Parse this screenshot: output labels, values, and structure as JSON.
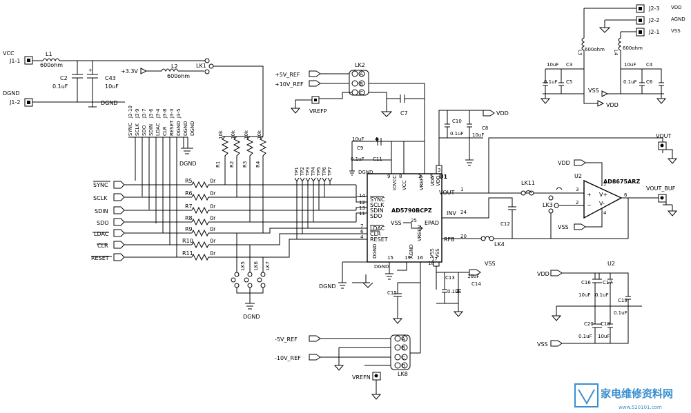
{
  "connectors": {
    "vcc": "VCC",
    "j1_1": "J1-1",
    "dgnd_in": "DGND",
    "j1_2": "J1-2",
    "j2_3": "J2-3",
    "j2_2": "J2-2",
    "j2_1": "J2-1",
    "vdd_pin": "VDD",
    "agnd_pin": "AGND",
    "vss_pin": "VSS"
  },
  "rails": {
    "plus_3v3": "+3.3V",
    "plus_5v_ref": "+5V_REF",
    "plus_10v_ref": "+10V_REF",
    "minus_5v_ref": "-5V_REF",
    "minus_10v_ref": "-10V_REF",
    "vrefp": "VREFP",
    "vrefn": "VREFN",
    "vout": "VOUT",
    "vout_buf": "VOUT_BUF",
    "vdd": "VDD",
    "vss": "VSS",
    "dgnd": "DGND"
  },
  "components": {
    "l1": "L1",
    "l1_val": "600ohm",
    "l2": "L2",
    "l2_val": "600ohm",
    "l3": "L3",
    "l3_val": "600ohm",
    "l4": "L4",
    "l4_val": "600ohm",
    "c2": "C2",
    "c2_val": "0.1uF",
    "c43": "C43",
    "c43_val": "10uF",
    "c3": "C3",
    "c3_val": "10uF",
    "c5": "C5",
    "c5_val": "0.1uF",
    "c4": "C4",
    "c4_val": "10uF",
    "c6": "C6",
    "c6_val": "0.1uF",
    "c7": "C7",
    "c8": "C8",
    "c8_val": "10uF",
    "c9": "C9",
    "c9_val": "10uF",
    "c10": "C10",
    "c10_val": "0.1uF",
    "c11": "C11",
    "c11_val": "0.1uF",
    "c12": "C12",
    "c13": "C13",
    "c13_val": "0.1uF",
    "c14": "C14",
    "c14_val": "10uF",
    "c15": "C15",
    "c16": "C16",
    "c16_val": "10uF",
    "c17": "C17",
    "c17_val": "0.1uF",
    "c18": "C18",
    "c18_val": "10uF",
    "c19": "C19",
    "c19_val": "0.1uF",
    "c20": "C20",
    "c20_val": "0.1uF",
    "lk1": "LK1",
    "lk2": "LK2",
    "lk3": "LK3",
    "lk4": "LK4",
    "lk11": "LK11",
    "lk5": "LK5",
    "lk6": "LK6",
    "lk7": "LK7",
    "lk8": "LK8",
    "r1": "R1",
    "r2": "R2",
    "r3": "R3",
    "r4": "R4",
    "r_pullup_val": "10k",
    "u1": "U1",
    "u2": "U2",
    "u2_b": "U2",
    "ic1_part": "AD5790BCPZ",
    "ic2_part": "AD8675ARZ"
  },
  "signals": [
    {
      "name": "SYNC",
      "res": "R5",
      "val": "0r"
    },
    {
      "name": "SCLK",
      "res": "R6",
      "val": "0r"
    },
    {
      "name": "SDIN",
      "res": "R7",
      "val": "0r"
    },
    {
      "name": "SDO",
      "res": "R8",
      "val": "0r"
    },
    {
      "name": "LDAC",
      "res": "R9",
      "val": "0r"
    },
    {
      "name": "CLR",
      "res": "R10",
      "val": "0r"
    },
    {
      "name": "RESET",
      "res": "R11",
      "val": "0r"
    }
  ],
  "j3_pins": [
    "J3-10",
    "J3-9",
    "J3-7",
    "J3-6",
    "J3-4",
    "J3-8",
    "J3-3",
    "J3-5"
  ],
  "j3_names": [
    "SYNC",
    "SCLK",
    "SDO",
    "SDIN",
    "LDAC",
    "CLR",
    "RESET",
    "DGND",
    "DGND",
    "DGND"
  ],
  "test_points": [
    "TP1",
    "TP2",
    "TP3",
    "TP4",
    "TP5",
    "TP6",
    "TP7"
  ],
  "ic1_pins": {
    "sync": "SYNC",
    "sclk": "SCLK",
    "sdin": "SDIN",
    "sdo": "SDO",
    "ldac": "LDAC",
    "clr": "CLR",
    "reset": "RESET",
    "iovcc": "IOVCC",
    "vcc": "VCC",
    "vrefp": "VREFP",
    "vdd1": "VDD",
    "vdd2": "VDD",
    "vout": "VOUT",
    "inv": "INV",
    "rfb": "RFB",
    "epad": "EPAD",
    "vss_int": "VSS",
    "dgnd": "DGND",
    "agnd": "AGND",
    "vrefn": "VREFN",
    "vss1": "VSS",
    "vss2": "VSS",
    "n14": "14",
    "n12": "12",
    "n13": "13",
    "n11": "11",
    "n7": "7",
    "n6": "6",
    "n4": "4",
    "n9": "9",
    "n8": "8",
    "n2": "2",
    "n5": "5",
    "n3": "3",
    "n1": "1",
    "n24": "24",
    "n20": "20",
    "n25": "25",
    "n15": "15",
    "n19": "19",
    "n16": "16",
    "n17": "17",
    "n18": "18"
  },
  "ic2_pins": {
    "plus": "+",
    "minus": "−",
    "vplus": "V+",
    "vminus": "V-",
    "p3": "3",
    "p2": "2",
    "p7": "7",
    "p6": "6",
    "p4": "4"
  },
  "jumper_pos": {
    "a": "A",
    "b": "B",
    "c": "C",
    "d": "D"
  },
  "watermark": {
    "cn": "家电维修资料网",
    "url": "www.520101.com"
  }
}
